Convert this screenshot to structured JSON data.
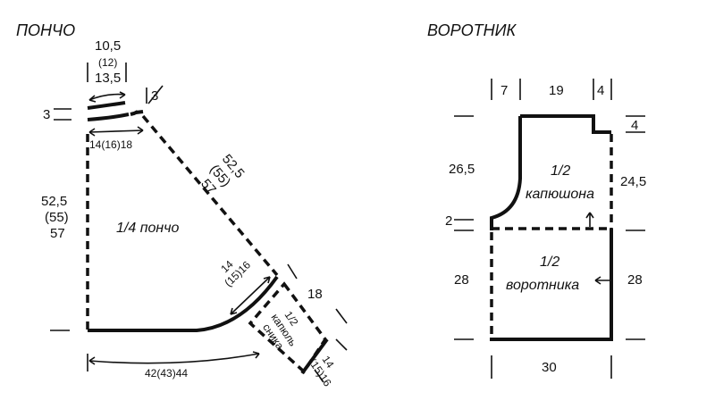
{
  "poncho": {
    "title": "ПОНЧО",
    "label": "1/4 пончо",
    "top_width_1": "10,5",
    "top_width_2": "(12)",
    "top_width_3": "13,5",
    "shoulder": "3",
    "neck_drop": "3",
    "neck_width": "14(16)18",
    "diagonal_1": "52,5",
    "diagonal_2": "(55)",
    "diagonal_3": "57",
    "height_1": "52,5",
    "height_2": "(55)",
    "height_3": "57",
    "bottom_width": "42(43)44",
    "edge_1": "14",
    "edge_2": "(15)16",
    "strip_width": "18",
    "hood_piece_1": "1/2",
    "hood_piece_2": "капюль",
    "hood_piece_3": "сника",
    "strip_bottom_1": "14",
    "strip_bottom_2": "(15)16"
  },
  "collar": {
    "title": "ВОРОТНИК",
    "top_1": "7",
    "top_2": "19",
    "top_3": "4",
    "step": "4",
    "hood_left": "26,5",
    "hood_right": "24,5",
    "hood_label_1": "1/2",
    "hood_label_2": "капюшона",
    "curve": "2",
    "collar_label_1": "1/2",
    "collar_label_2": "воротника",
    "collar_left": "28",
    "collar_right": "28",
    "bottom": "30"
  }
}
